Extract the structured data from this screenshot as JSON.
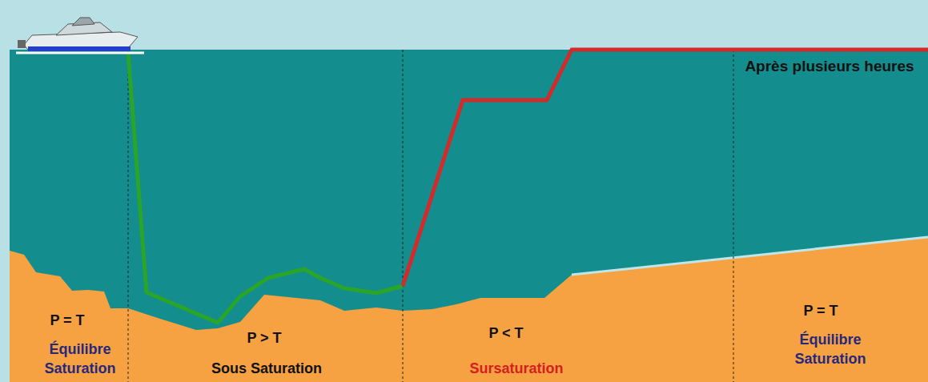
{
  "diagram": {
    "labels": [
      "Après plusieurs heures",
      "P = T",
      "Équilibre Saturation",
      "P > T",
      "Sous Saturation",
      "P < T",
      "Sursaturation",
      "P = T",
      "Équilibre Saturation"
    ]
  }
}
